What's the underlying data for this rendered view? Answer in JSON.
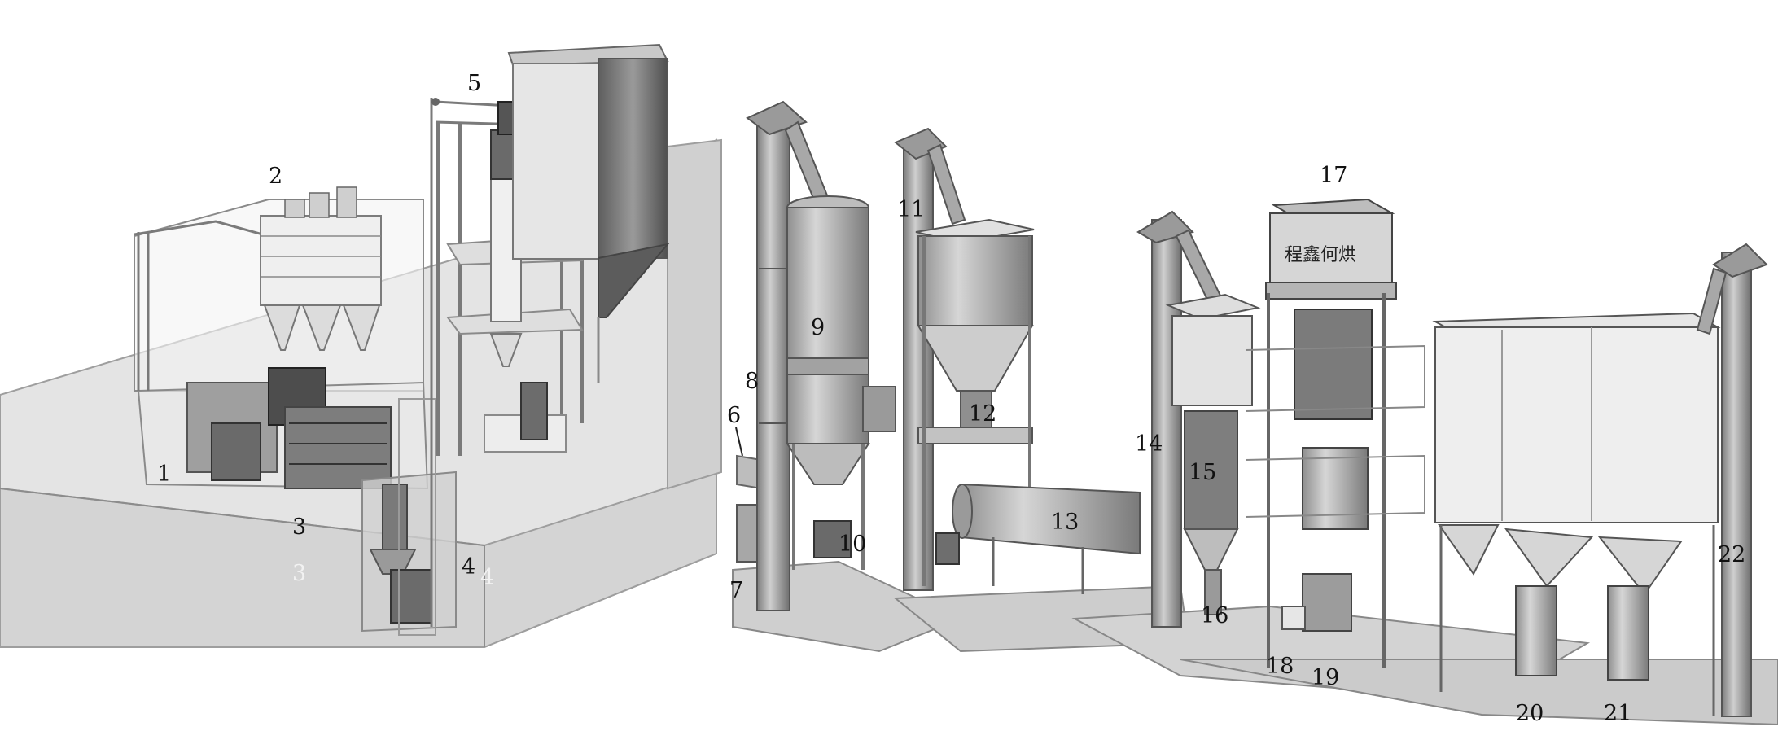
{
  "labels": {
    "l1": "1",
    "l2": "2",
    "l3": "3",
    "l3b": "3",
    "l4": "4",
    "l4b": "4",
    "l5": "5",
    "l6": "6",
    "l7": "7",
    "l8": "8",
    "l9": "9",
    "l10": "10",
    "l11": "11",
    "l12": "12",
    "l13": "13",
    "l14": "14",
    "l15": "15",
    "l16": "16",
    "l17": "17",
    "l18": "18",
    "l19": "19",
    "l20": "20",
    "l21": "21",
    "l22": "22"
  },
  "sign_text": "程鑫何烘",
  "colors": {
    "ink": "#111111",
    "steel": "#9a9a9a",
    "panel": "#d9d9d9",
    "floor": "#bdbdbd"
  }
}
